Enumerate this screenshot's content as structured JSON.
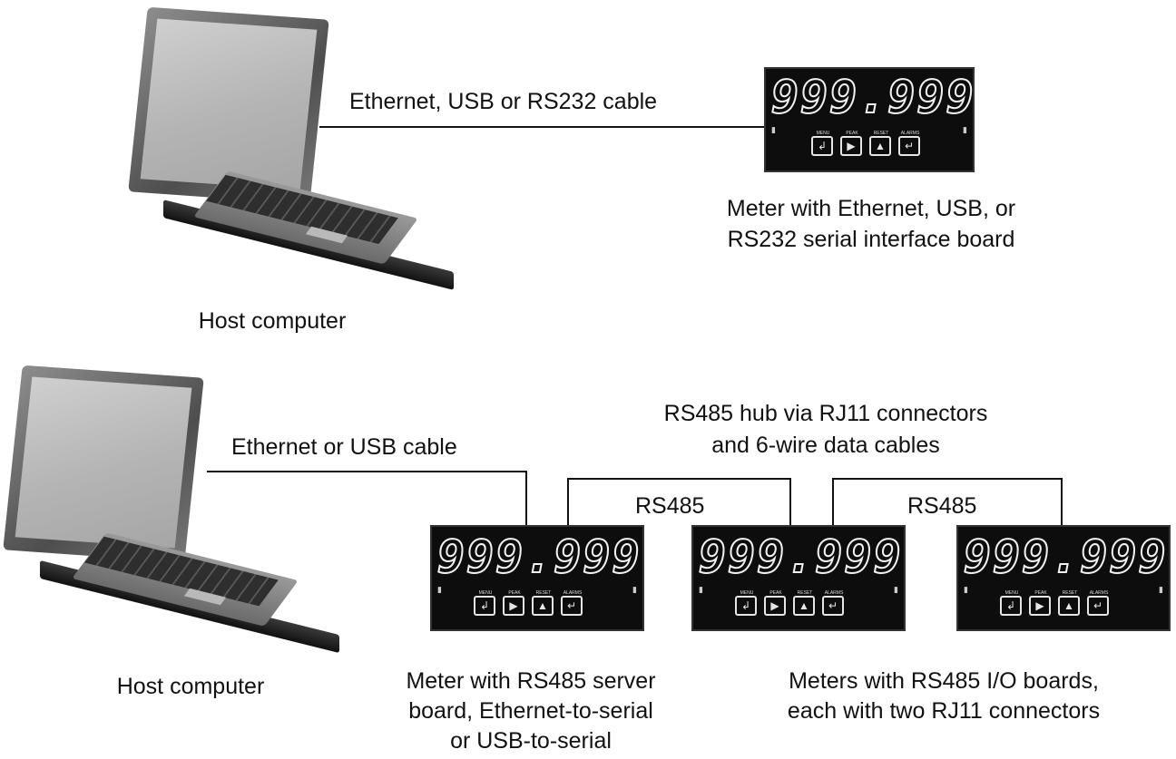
{
  "top": {
    "cable_label": "Ethernet, USB or RS232 cable",
    "meter_caption_line1": "Meter with Ethernet, USB, or",
    "meter_caption_line2": "RS232 serial interface board",
    "host_label": "Host computer"
  },
  "bottom": {
    "cable_label": "Ethernet or USB cable",
    "hub_line1": "RS485 hub via RJ11 connectors",
    "hub_line2": "and 6-wire data cables",
    "rs485_label_1": "RS485",
    "rs485_label_2": "RS485",
    "host_label": "Host computer",
    "server_caption_line1": "Meter with RS485 server",
    "server_caption_line2": "board, Ethernet-to-serial",
    "server_caption_line3": "or USB-to-serial",
    "io_caption_line1": "Meters with RS485 I/O boards,",
    "io_caption_line2": "each with two RJ11 connectors"
  },
  "meter": {
    "display_value": "999.999",
    "buttons": [
      {
        "label": "MENU",
        "icon": "left-return-arrow"
      },
      {
        "label": "PEAK",
        "icon": "right-triangle"
      },
      {
        "label": "RESET",
        "icon": "up-triangle"
      },
      {
        "label": "ALARMS",
        "icon": "enter-arrow"
      }
    ]
  }
}
